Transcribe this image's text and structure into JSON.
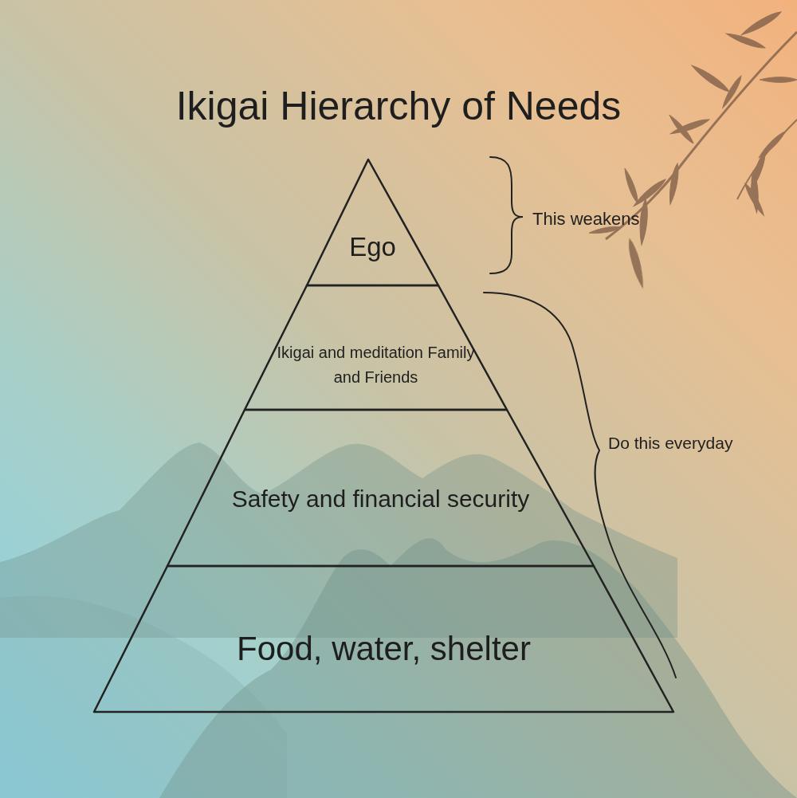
{
  "diagram": {
    "title": "Ikigai Hierarchy of Needs",
    "nodes": [
      {
        "text": [
          "Ego"
        ]
      },
      {
        "text": [
          "Ikigai and meditation Family and Friends"
        ]
      },
      {
        "text": [
          "Safety and financial security"
        ]
      },
      {
        "text": [
          "Food, water, shelter"
        ]
      }
    ],
    "labels": [
      "This weakens",
      "Do this everyday"
    ]
  }
}
